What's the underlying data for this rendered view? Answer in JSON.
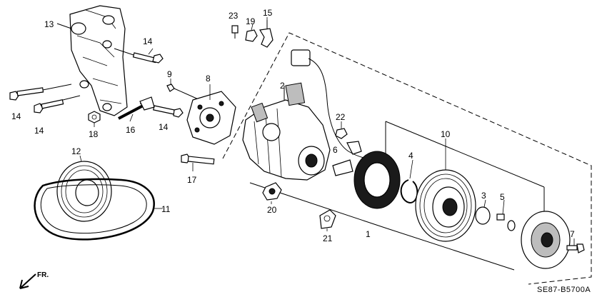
{
  "diagram_code": "SE87-B5700A",
  "direction_label": "FR.",
  "callouts": {
    "p1": "1",
    "p2": "2",
    "p3": "3",
    "p4": "4",
    "p5": "5",
    "p6": "6",
    "p7": "7",
    "p8": "8",
    "p9": "9",
    "p10": "10",
    "p11": "11",
    "p12": "12",
    "p13": "13",
    "p14a": "14",
    "p14b": "14",
    "p14c": "14",
    "p14d": "14",
    "p15": "15",
    "p16": "16",
    "p17": "17",
    "p18": "18",
    "p19": "19",
    "p20": "20",
    "p21": "21",
    "p22": "22",
    "p23": "23"
  }
}
